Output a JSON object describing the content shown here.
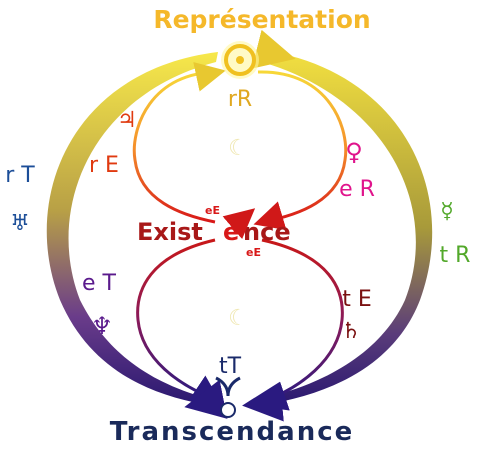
{
  "title_top": "Représentation",
  "title_bottom": "Transcendance",
  "center_label": {
    "part1": "Exist",
    "part2": "e",
    "part3": "nce",
    "sup_top": "eE",
    "sup_bottom": "eE"
  },
  "labels": {
    "rR": "rR",
    "rE": "r E",
    "eR": "e R",
    "rT": "r T",
    "tR": "t R",
    "eT": "e T",
    "tE": "t E",
    "tT": "tT"
  },
  "symbols": {
    "jupiter": "♃",
    "venus": "♀",
    "uranus": "♅",
    "mercury": "☿",
    "neptune": "♆",
    "saturn": "♄",
    "moon": "☾"
  },
  "colors": {
    "title_top": "#f5b82a",
    "title_bottom": "#1a2a5a",
    "center_text": "#a81818",
    "rR": "#e0a820",
    "rE": "#e03a10",
    "eR": "#e0148c",
    "rT": "#1c4e98",
    "tR": "#52a82a",
    "eT": "#5a1a8c",
    "tE": "#7a1010",
    "tT": "#1a2a6a",
    "moon": "#efe7b0"
  }
}
